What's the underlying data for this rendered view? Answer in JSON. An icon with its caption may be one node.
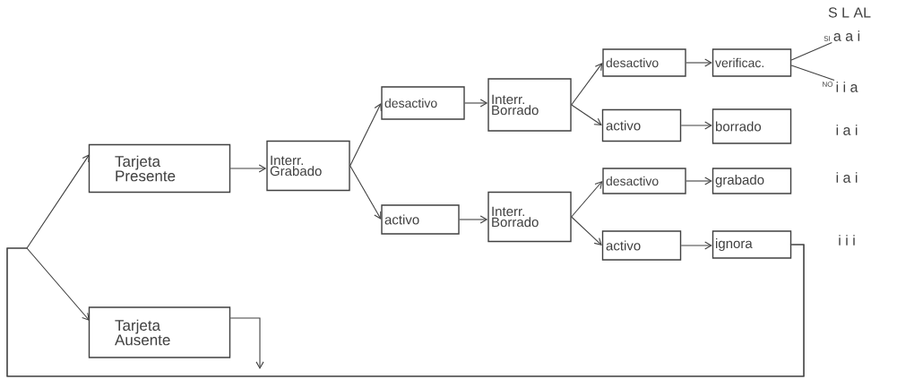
{
  "diagram": {
    "nodes": [
      {
        "text": [
          "Tarjeta Presente"
        ]
      },
      {
        "text": [
          "Tarjeta Ausente"
        ]
      },
      {
        "text": [
          "Interr. Grabado"
        ]
      },
      {
        "text": [
          "desactivo"
        ]
      },
      {
        "text": [
          "activo"
        ]
      },
      {
        "text": [
          "Interr. Borrado"
        ]
      },
      {
        "text": [
          "Interr. Borrado"
        ]
      },
      {
        "text": [
          "desactivo"
        ]
      },
      {
        "text": [
          "activo"
        ]
      },
      {
        "text": [
          "desactivo"
        ]
      },
      {
        "text": [
          "activo"
        ]
      },
      {
        "text": [
          "verificac."
        ]
      },
      {
        "text": [
          "borrado"
        ]
      },
      {
        "text": [
          "grabado"
        ]
      },
      {
        "text": [
          "ignora"
        ]
      },
      {
        "text": [
          "a a i"
        ]
      },
      {
        "text": [
          "i i a"
        ]
      }
    ],
    "edges": [
      {
        "from": 14,
        "to": 0,
        "arrow": "to"
      },
      {
        "from": 14,
        "to": 1,
        "arrow": "to"
      },
      {
        "from": 1,
        "to": null,
        "arrow": "to"
      },
      {
        "from": 0,
        "to": 2,
        "arrow": "to"
      },
      {
        "from": 2,
        "to": 3,
        "arrow": "to"
      },
      {
        "from": 2,
        "to": 4,
        "arrow": "to"
      },
      {
        "from": 3,
        "to": 5,
        "arrow": "to"
      },
      {
        "from": 4,
        "to": 6,
        "arrow": "to"
      },
      {
        "from": 5,
        "to": 7,
        "arrow": "to"
      },
      {
        "from": 5,
        "to": 8,
        "arrow": "to"
      },
      {
        "from": 6,
        "to": 9,
        "arrow": "to"
      },
      {
        "from": 6,
        "to": 10,
        "arrow": "to"
      },
      {
        "from": 7,
        "to": 11,
        "arrow": "to"
      },
      {
        "from": 8,
        "to": 12,
        "arrow": "to"
      },
      {
        "from": 9,
        "to": 13,
        "arrow": "to"
      },
      {
        "from": 10,
        "to": 14,
        "arrow": "to"
      },
      {
        "from": 11,
        "to": 15,
        "arrow": "none",
        "label": "SI"
      },
      {
        "from": 11,
        "to": 16,
        "arrow": "none",
        "label": "NO"
      }
    ],
    "labels": [
      "S L AL",
      "i a i",
      "i a i",
      "i i i"
    ]
  }
}
